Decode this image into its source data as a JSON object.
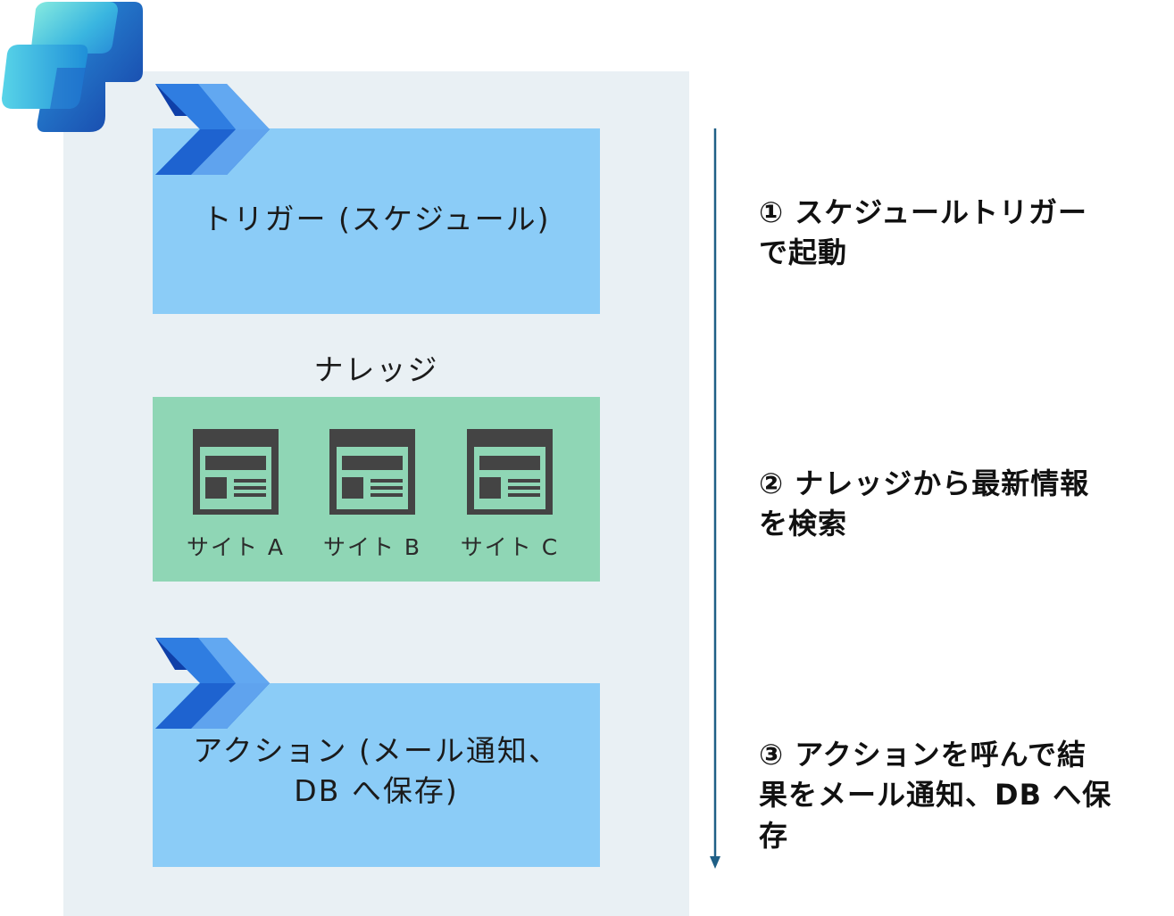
{
  "flow": {
    "trigger_label": "トリガー (スケジュール)",
    "knowledge_label": "ナレッジ",
    "sites": [
      {
        "label": "サイト A",
        "icon": "web-page-icon"
      },
      {
        "label": "サイト B",
        "icon": "web-page-icon"
      },
      {
        "label": "サイト C",
        "icon": "web-page-icon"
      }
    ],
    "action_label_line1": "アクション (メール通知、",
    "action_label_line2": "DB へ保存)"
  },
  "steps": [
    {
      "text_line1": "① スケジュールトリガー",
      "text_line2": "で起動"
    },
    {
      "text_line1": "② ナレッジから最新情報",
      "text_line2": "を検索"
    },
    {
      "text_line1": "③ アクションを呼んで結",
      "text_line2": "果をメール通知、DB へ保",
      "text_line3": "存"
    }
  ],
  "colors": {
    "panel": "#e9f0f4",
    "trigger_block": "#8bccf7",
    "knowledge_block": "#8fd6b5",
    "action_block": "#8bccf7",
    "arrow": "#1f5f86"
  },
  "icons": {
    "app_logo": "copilot-studio-logo",
    "flow_logo": "power-automate-logo"
  }
}
